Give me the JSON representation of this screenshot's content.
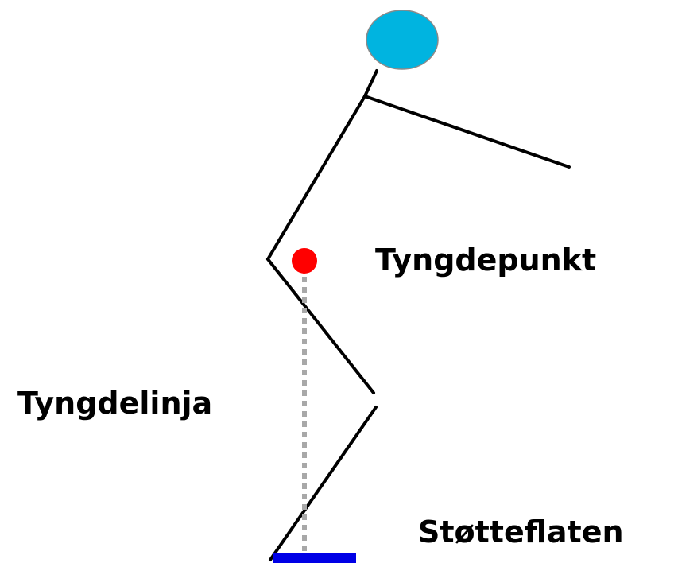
{
  "labels": {
    "center_of_gravity": "Tyngdepunkt",
    "line_of_gravity": "Tyngdelinja",
    "base_of_support": "Støtteflaten"
  },
  "colors": {
    "head_fill": "#00b4e0",
    "head_stroke": "#8a8a8a",
    "body_lines": "#000000",
    "center_of_gravity_dot": "#ff0000",
    "line_of_gravity": "#a8a8a8",
    "base_of_support": "#0000e6"
  }
}
